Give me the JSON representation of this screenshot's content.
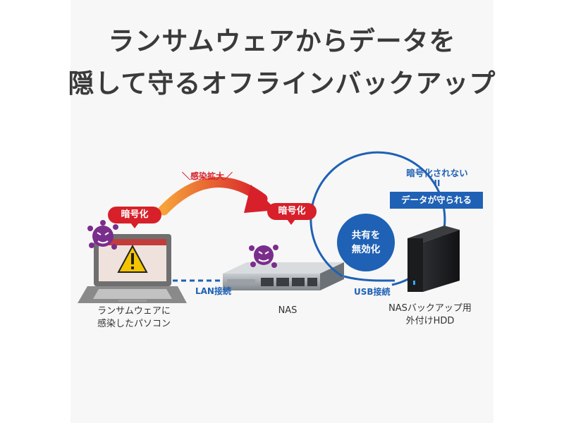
{
  "title": {
    "line1": "ランサムウェアからデータを",
    "line2": "隠して守るオフラインバックアップ"
  },
  "labels": {
    "infection_spread": "＼感染拡大／",
    "encrypted_pc": "暗号化",
    "encrypted_nas": "暗号化",
    "lan": "LAN接続",
    "usb": "USB接続",
    "share_invalid_line1": "共有を",
    "share_invalid_line2": "無効化",
    "not_encrypted": "暗号化されない",
    "equals": "II",
    "data_protected": "データが守られる"
  },
  "devices": {
    "pc_line1": "ランサムウェアに",
    "pc_line2": "感染したパソコン",
    "nas": "NAS",
    "hdd_line1": "NASバックアップ用",
    "hdd_line2": "外付けHDD"
  },
  "colors": {
    "danger_red": "#d7202a",
    "accent_blue": "#1f61b5",
    "arrow_orange": "#f08a1e",
    "virus_purple": "#7a2e8c"
  }
}
